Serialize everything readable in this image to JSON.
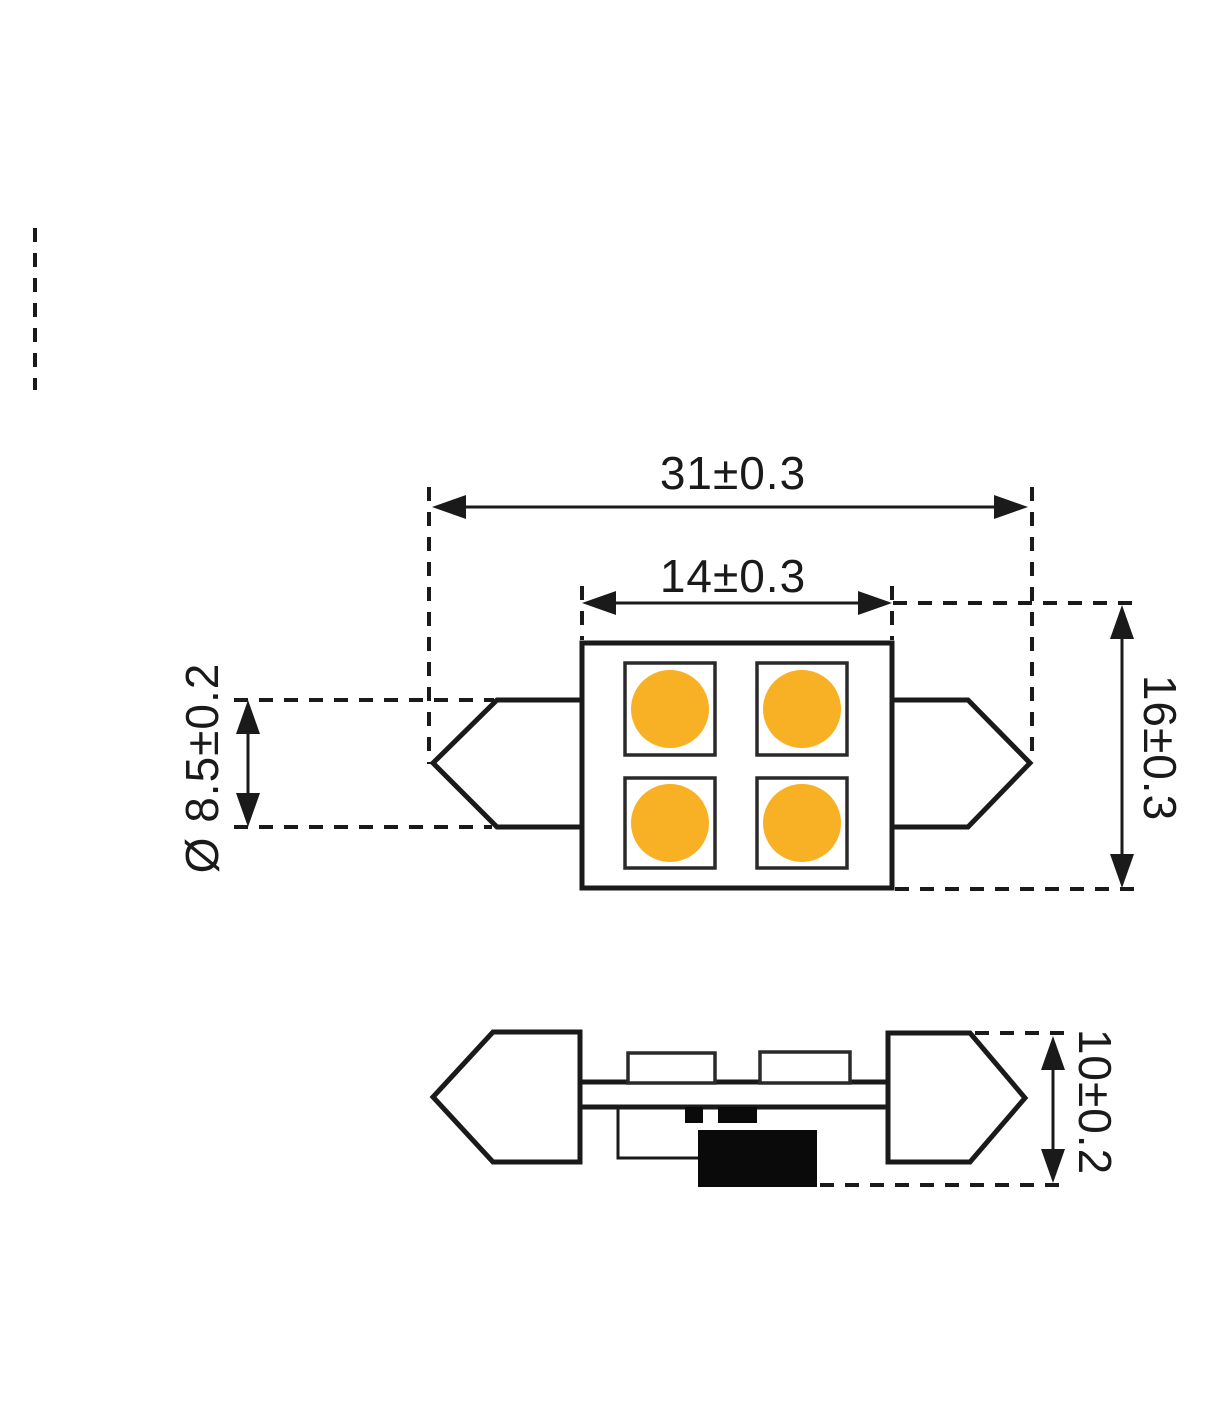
{
  "diagram": {
    "dimensions": {
      "overall_length": "31±0.3",
      "emitter_area_width": "14±0.3",
      "body_height": "16±0.3",
      "end_cap_diameter": "Ø 8.5±0.2",
      "profile_height": "10±0.2"
    },
    "colors": {
      "led": "#F8B024",
      "line": "#1a1a1a",
      "component": "#0a0a0a"
    },
    "led_count": "4"
  }
}
